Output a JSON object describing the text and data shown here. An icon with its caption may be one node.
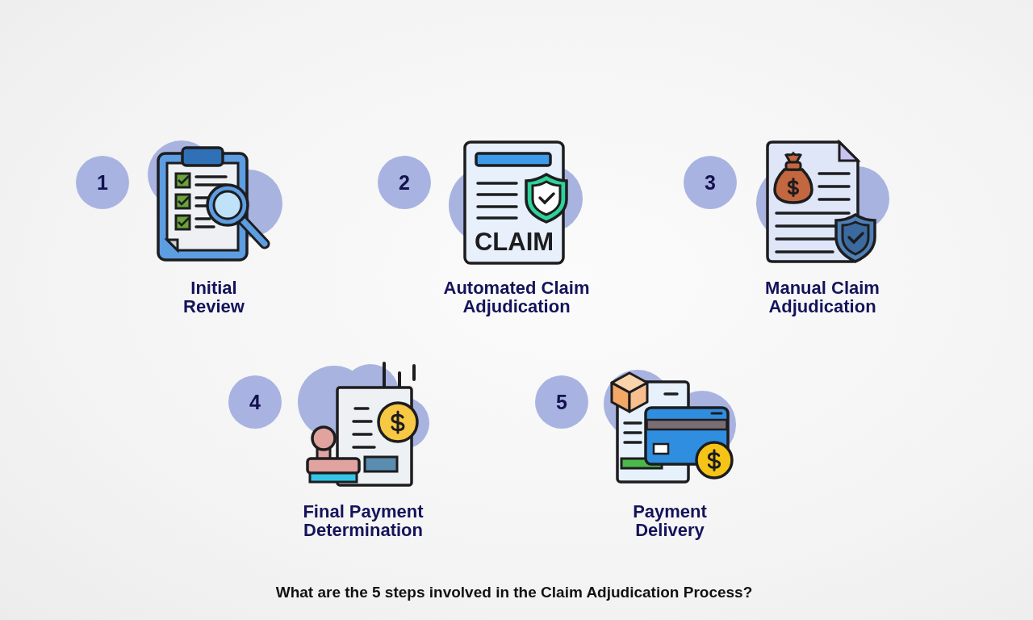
{
  "diagram": {
    "caption": "What are the 5 steps involved in the Claim Adjudication Process?",
    "nodes": [
      {
        "text": [
          "1"
        ]
      },
      {
        "text": [
          "2"
        ]
      },
      {
        "text": [
          "3"
        ]
      },
      {
        "text": [
          "4"
        ]
      },
      {
        "text": [
          "5"
        ]
      }
    ],
    "labels": [
      "CLAIM",
      "Initial Review",
      "Automated Claim Adjudication",
      "Manual Claim Adjudication",
      "Final Payment Determination",
      "Payment Delivery"
    ]
  }
}
